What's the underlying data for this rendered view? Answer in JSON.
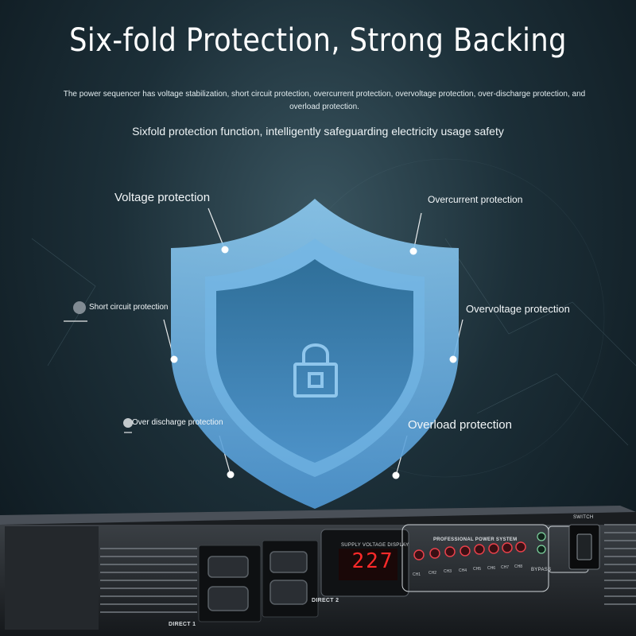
{
  "title": "Six-fold Protection, Strong Backing",
  "description": "The power sequencer has voltage stabilization, short circuit protection, overcurrent protection, overvoltage protection, over-discharge protection, and overload protection.",
  "subtitle": "Sixfold protection function, intelligently safeguarding electricity usage safety",
  "labels": {
    "voltage": "Voltage protection",
    "overcurrent": "Overcurrent protection",
    "short_circuit": "Short circuit protection",
    "overvoltage": "Overvoltage protection",
    "over_discharge": "Over discharge protection",
    "overload": "Overload protection"
  },
  "device": {
    "display_label": "SUPPLY VOLTAGE DISPLAY",
    "voltage_reading": "227",
    "panel_title": "PROFESSIONAL POWER SYSTEM",
    "switch_label": "SWITCH",
    "direct1": "DIRECT 1",
    "direct2": "DIRECT 2",
    "bypass": "BYPASS",
    "channels": [
      "CH1",
      "CH2",
      "CH3",
      "CH4",
      "CH5",
      "CH6",
      "CH7",
      "CH8"
    ]
  },
  "icons": {
    "shield": "shield-icon",
    "lock": "lock-icon"
  },
  "colors": {
    "shield": "#6fb8e8",
    "led": "#ff2a2a",
    "indicator": "#e8404a"
  }
}
